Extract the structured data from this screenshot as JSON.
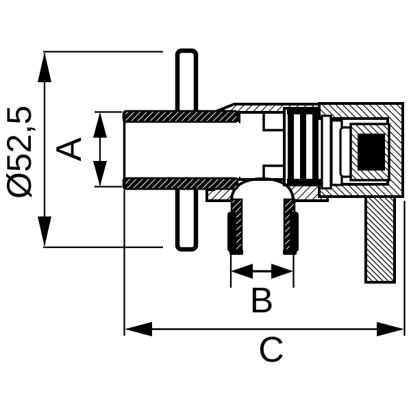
{
  "meta": {
    "title": "Angle valve cross-section technical drawing",
    "background_color": "#ffffff",
    "ink_color": "#000000"
  },
  "dimensions": {
    "diameter": {
      "label": "Ø52,5",
      "orientation": "vertical",
      "measures": "wall flange diameter"
    },
    "width_a": {
      "label": "A",
      "orientation": "vertical",
      "measures": "inlet pipe diameter"
    },
    "width_b": {
      "label": "B",
      "orientation": "horizontal",
      "measures": "outlet pipe diameter"
    },
    "length_c": {
      "label": "C",
      "orientation": "horizontal",
      "measures": "overall length"
    }
  }
}
